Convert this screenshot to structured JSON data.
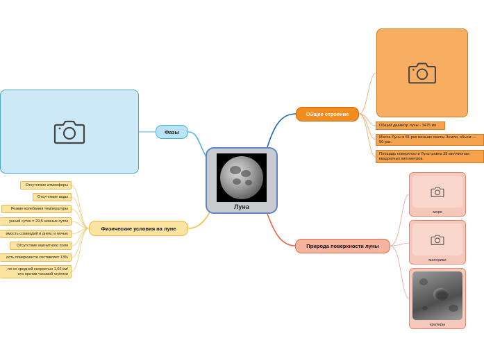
{
  "center": {
    "title": "Луна"
  },
  "topics": {
    "phases": "Фазы",
    "structure": "Общее строение",
    "nature": "Природа поверхности луны",
    "physical": "Физические условия на луне"
  },
  "structure_items": [
    "Общий диаметр луны - 3475 км",
    "Масса Луны в 81 раз меньше массы Земли, объем — 50 раз.",
    "Площадь поверхности Луны равна 38 миллионам квадратных километров."
  ],
  "nature_items": [
    "моря",
    "материки",
    "кратеры"
  ],
  "physical_items": [
    "Отсутствие атмосферы",
    "Отсутствие воды",
    "Резкие колебания температуры",
    "унный суток = 29,5 земных суток",
    "имость созвездий и днем, и ночью",
    "Отсутствие магнитного поля",
    "ость поверхности составляет 13%",
    "ли со средней скоростью 1,02 км/ ота против часовой стрелки"
  ],
  "icons": {
    "placeholder": "camera-icon"
  },
  "colors": {
    "blue_branch": "#4eb3dc",
    "orange_branch": "#1c63b5",
    "salmon_branch": "#e8633f",
    "yellow_branch": "#f0c040"
  }
}
